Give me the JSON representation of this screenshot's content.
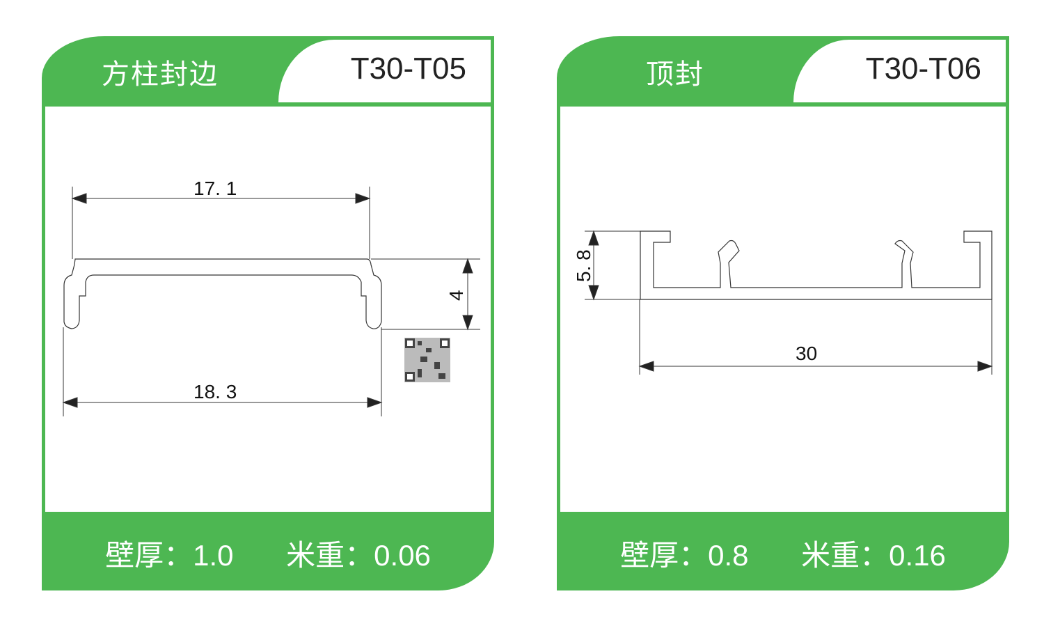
{
  "cards": [
    {
      "title": "方柱封边",
      "code": "T30-T05",
      "wall_label": "壁厚：",
      "wall": "1.0",
      "weight_label": "米重：",
      "weight": "0.06",
      "dims": {
        "top_width": "17. 1",
        "height": "4",
        "bottom_width": "18. 3"
      }
    },
    {
      "title": "顶封",
      "code": "T30-T06",
      "wall_label": "壁厚：",
      "wall": "0.8",
      "weight_label": "米重：",
      "weight": "0.16",
      "dims": {
        "height": "5. 8",
        "width": "30"
      }
    }
  ],
  "colors": {
    "green": "#4db752"
  }
}
